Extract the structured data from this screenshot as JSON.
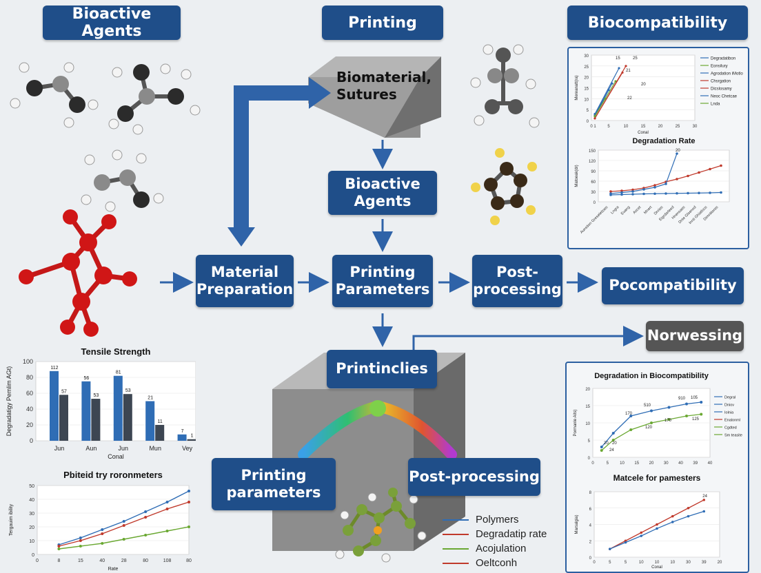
{
  "headers": {
    "bioactive": "Bioactive Agents",
    "printing": "Printing",
    "biocompat": "Biocompatibility"
  },
  "cube_top_label": "Biomaterial,\nSutures",
  "nodes": {
    "bioactive_agents": "Bioactive\nAgents",
    "material_prep": "Material\nPreparation",
    "printing_params": "Printing\nParameters",
    "post_processing": "Post-\nprocessing",
    "pocompat": "Pocompatibility",
    "norwessing": "Norwessing",
    "printinclies": "Printinclies",
    "printing_parameters_low": "Printing\nparameters",
    "post_processing_low": "Post-processing"
  },
  "legend": {
    "items": [
      {
        "label": "Polymers",
        "color": "#2f6db5"
      },
      {
        "label": "Degradatip rate",
        "color": "#c0392b"
      },
      {
        "label": "Acojulation",
        "color": "#6aa832"
      },
      {
        "label": "Oeltconh",
        "color": "#c0392b"
      }
    ]
  },
  "chart_data": [
    {
      "id": "biocompat_top",
      "type": "line",
      "title": "",
      "ylabel": "Mereanatt(ra)",
      "xlabel": "Conal",
      "xlim": [
        0,
        30
      ],
      "ylim": [
        0,
        30
      ],
      "xticks": [
        0,
        1,
        5,
        10,
        15,
        20,
        25,
        30
      ],
      "yticks": [
        0,
        5,
        10,
        15,
        20,
        25,
        30
      ],
      "series": [
        {
          "name": "Degradatibon",
          "color": "#2f6db5",
          "x": [
            1,
            8
          ],
          "y": [
            3,
            24
          ]
        },
        {
          "name": "Eonsilury",
          "color": "#6aa832",
          "x": [
            1,
            7
          ],
          "y": [
            2,
            18
          ]
        },
        {
          "name": "Agrodation iMotlon",
          "color": "#2f6db5",
          "x": [
            1,
            6
          ],
          "y": [
            2.5,
            17
          ]
        },
        {
          "name": "Chsrgation",
          "color": "#c0392b",
          "x": [
            1,
            10
          ],
          "y": [
            1,
            25
          ]
        },
        {
          "name": "Dicslosamy",
          "color": "#c0392b",
          "x": [
            1,
            9
          ],
          "y": [
            1,
            22
          ]
        },
        {
          "name": "Neoc Chetcae",
          "color": "#2f6db5",
          "x": [
            1,
            5
          ],
          "y": [
            2,
            14
          ]
        },
        {
          "name": "Lnda",
          "color": "#6aa832",
          "x": [
            1,
            4
          ],
          "y": [
            2,
            10
          ]
        }
      ],
      "annotations": [
        "15",
        "25",
        "21",
        "20",
        "22"
      ]
    },
    {
      "id": "degradation_rate",
      "type": "line",
      "title": "Degradation Rate",
      "ylabel": "Matoeak(dr)",
      "ylim": [
        0,
        150
      ],
      "yticks": [
        0,
        30,
        60,
        90,
        120,
        150
      ],
      "categories": [
        "Aunstion Greselettoes",
        "Lngra",
        "Euang",
        "Ascet",
        "Mnert",
        "Dnries",
        "Eigrdarleed",
        "Hnensaes",
        "Dnte Glsenod",
        "Innti Ghiatlocs",
        "Dimnlitores"
      ],
      "series": [
        {
          "color": "#c0392b",
          "values": [
            30,
            32,
            35,
            40,
            48,
            58,
            66,
            75,
            85,
            95,
            105
          ]
        },
        {
          "color": "#2f6db5",
          "values": [
            24,
            27,
            30,
            36,
            42,
            52,
            140
          ]
        },
        {
          "color": "#2f6db5",
          "values": [
            20,
            21,
            22,
            23,
            23.5,
            24,
            24.5,
            25,
            25.5,
            26,
            27
          ]
        }
      ],
      "annotations": [
        "20"
      ]
    },
    {
      "id": "tensile_strength",
      "type": "bar",
      "title": "Tensile Strength",
      "ylabel": "Degradatigy Pemlim AGt)",
      "xlabel": "Conal",
      "ylim": [
        0,
        100
      ],
      "yticks": [
        0,
        20,
        40,
        60,
        80,
        100
      ],
      "categories": [
        "Jun",
        "Aun",
        "Jun",
        "Mun",
        "Vey"
      ],
      "series": [
        {
          "color": "#2f6db5",
          "values": [
            88,
            75,
            82,
            50,
            8
          ]
        },
        {
          "color": "#3d4652",
          "values": [
            58,
            53,
            59,
            20,
            2
          ]
        }
      ],
      "data_labels": [
        [
          "112",
          "57"
        ],
        [
          "56",
          "53"
        ],
        [
          "81",
          "53"
        ],
        [
          "21",
          "11"
        ],
        [
          "7",
          "1"
        ]
      ]
    },
    {
      "id": "printed_parameters",
      "type": "line",
      "title": "Pbiteid try roronmeters",
      "ylabel": "Tergauim ibility",
      "xlabel": "Rate",
      "ylim": [
        0,
        50
      ],
      "yticks": [
        0,
        10,
        20,
        30,
        40,
        50
      ],
      "categories": [
        "0",
        "8",
        "15",
        "40",
        "28",
        "80",
        "108",
        "80"
      ],
      "series": [
        {
          "color": "#2f6db5",
          "values": [
            7,
            12,
            18,
            24,
            31,
            38,
            46
          ]
        },
        {
          "color": "#c0392b",
          "values": [
            6,
            10,
            15,
            21,
            27,
            33,
            38
          ]
        },
        {
          "color": "#6aa832",
          "values": [
            4,
            6,
            8,
            11,
            14,
            17,
            20
          ]
        }
      ]
    },
    {
      "id": "degradation_biocompat",
      "type": "line",
      "title": "Degradation in Biocompatibility",
      "ylabel": "Pormanle Aits)",
      "xlim": [
        0,
        40
      ],
      "ylim": [
        0,
        20
      ],
      "xticks": [
        0,
        5,
        10,
        15,
        20,
        25,
        30,
        35,
        40
      ],
      "xtick_labels": [
        "0",
        "5",
        "10",
        "15",
        "20",
        "30",
        "40",
        "39",
        "40"
      ],
      "yticks": [
        0,
        5,
        10,
        15,
        20
      ],
      "series": [
        {
          "name": "Degral",
          "color": "#2f6db5",
          "x": [
            3,
            7,
            13,
            20,
            26,
            32,
            37
          ],
          "y": [
            3,
            7,
            12,
            13.5,
            14.5,
            15.5,
            16
          ]
        },
        {
          "name": "Dniov",
          "color": "#6aa832",
          "x": [
            3,
            7,
            13,
            20,
            26,
            32,
            37
          ],
          "y": [
            2,
            5,
            8,
            10,
            11,
            12,
            12.5
          ]
        }
      ],
      "legend_extra": [
        "Iolnia",
        "Enalonml",
        "Cgdted",
        "Sm teasite"
      ],
      "annotations": [
        "20",
        "20",
        "170",
        "510",
        "910",
        "105",
        "170",
        "120",
        "125",
        "24"
      ]
    },
    {
      "id": "material_parameters",
      "type": "line",
      "title": "Matcele for pamesters",
      "ylabel": "Marsalgia)",
      "xlabel": "Conal",
      "ylim": [
        0,
        8
      ],
      "yticks": [
        0,
        2,
        4,
        6,
        8
      ],
      "categories": [
        "0",
        "5",
        "5",
        "10",
        "10",
        "10",
        "30",
        "39",
        "20"
      ],
      "series": [
        {
          "color": "#c0392b",
          "values": [
            1,
            2,
            3,
            4,
            5,
            6,
            7
          ]
        },
        {
          "color": "#2f6db5",
          "values": [
            1,
            1.8,
            2.6,
            3.5,
            4.3,
            5,
            5.6
          ]
        }
      ],
      "annotations": [
        "24"
      ]
    }
  ]
}
